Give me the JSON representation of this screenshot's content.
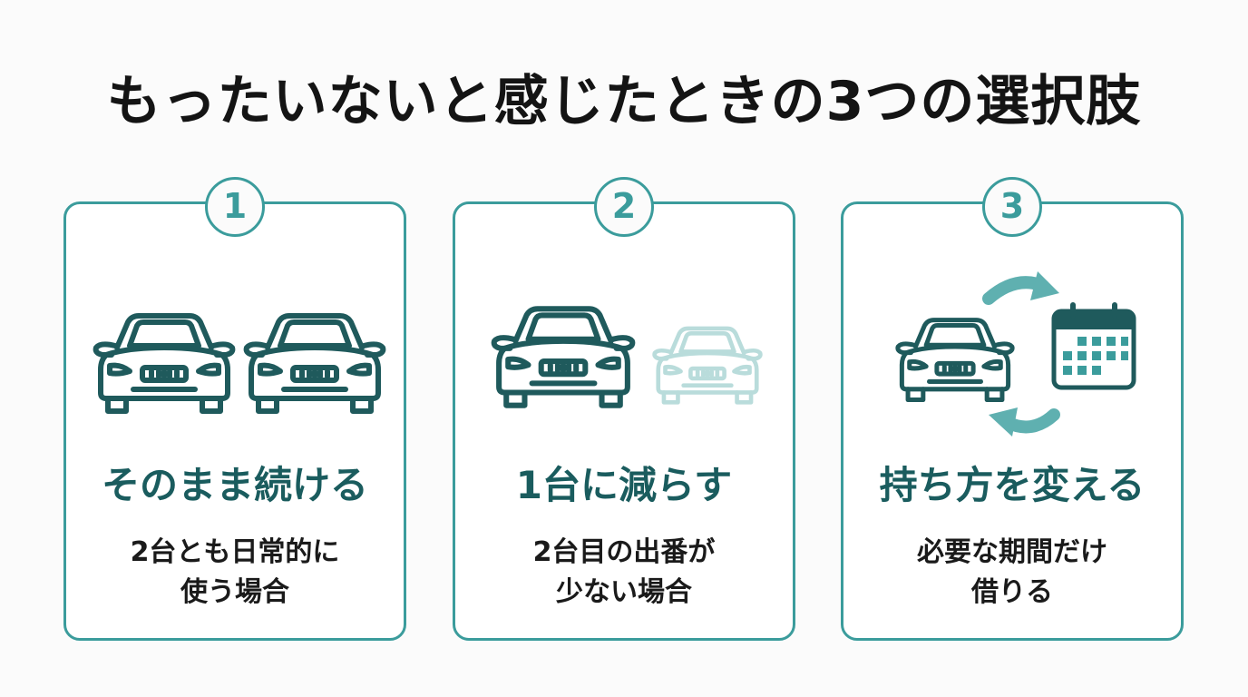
{
  "title": "もったいないと感じたときの3つの選択肢",
  "colors": {
    "accent": "#3b9c9c",
    "icon": "#1f5a5c",
    "heading": "#1a5c5e",
    "faded_car": "#b9dcdb",
    "arrow": "#5fb0b0"
  },
  "cards": [
    {
      "number": "1",
      "icons": [
        "car-icon",
        "car-icon"
      ],
      "heading": "そのまま続ける",
      "desc_lines": [
        "2台とも日常的に",
        "使う場合"
      ]
    },
    {
      "number": "2",
      "icons": [
        "car-icon",
        "faded-car-icon"
      ],
      "heading": "1台に減らす",
      "desc_lines": [
        "2台目の出番が",
        "少ない場合"
      ]
    },
    {
      "number": "3",
      "icons": [
        "car-icon",
        "calendar-icon",
        "cycle-arrow-icon"
      ],
      "heading": "持ち方を変える",
      "desc_lines": [
        "必要な期間だけ",
        "借りる"
      ]
    }
  ]
}
